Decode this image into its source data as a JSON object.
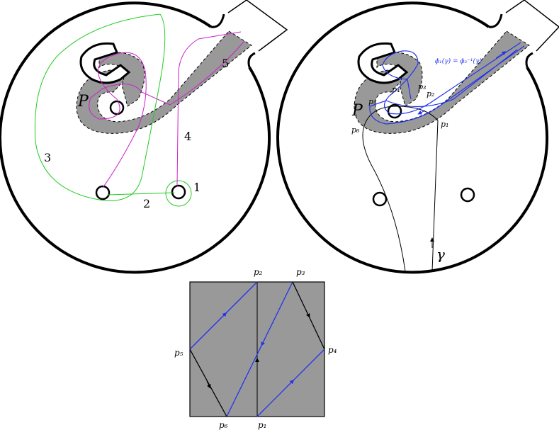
{
  "left_panel": {
    "puncture_label": "P",
    "curve_labels": [
      "1",
      "2",
      "3",
      "4",
      "5"
    ]
  },
  "right_panel": {
    "puncture_label": "P",
    "formula": "ϕ₁(γ) = ϕ₂⁻¹(γ)",
    "gamma_label": "γ",
    "point_labels": [
      "p1",
      "p2",
      "p3",
      "p4",
      "p5",
      "p6"
    ]
  },
  "square_panel": {
    "point_labels": [
      "p1",
      "p2",
      "p3",
      "p4",
      "p5",
      "p6"
    ]
  },
  "colors": {
    "green": "#22cc22",
    "magenta": "#cc22cc",
    "blue": "#2233ee",
    "gray_fill": "#999999",
    "black": "#000000"
  }
}
